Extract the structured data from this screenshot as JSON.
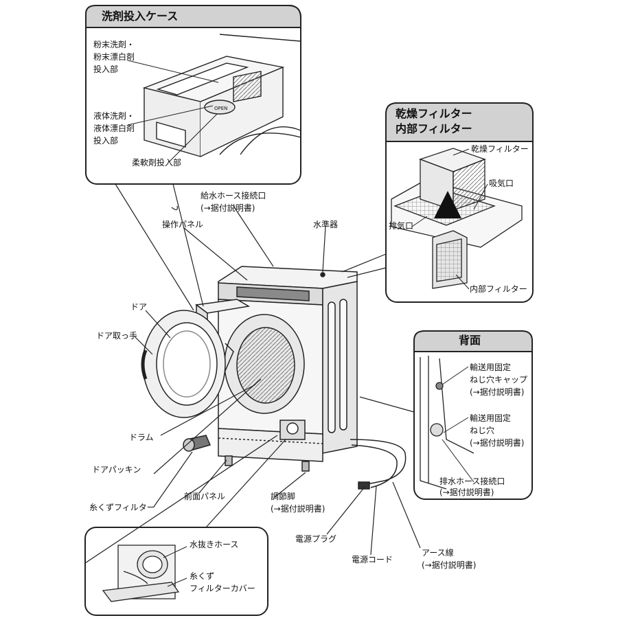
{
  "panels": {
    "detergent_case": {
      "title": "洗剤投入ケース"
    },
    "dry_filter": {
      "title_line1": "乾燥フィルター",
      "title_line2": "内部フィルター"
    },
    "back": {
      "title": "背面"
    }
  },
  "labels": {
    "powder_detergent": [
      "粉末洗剤・",
      "粉末漂白剤",
      "投入部"
    ],
    "liquid_detergent": [
      "液体洗剤・",
      "液体漂白剤",
      "投入部"
    ],
    "softener": "柔軟剤投入部",
    "dry_filter": "乾燥フィルター",
    "intake": "吸気口",
    "exhaust": "排気口",
    "inner_filter": "内部フィルター",
    "water_hose_inlet": [
      "給水ホース接続口",
      "(→据付説明書)"
    ],
    "control_panel": "操作パネル",
    "level": "水準器",
    "door": "ドア",
    "door_handle": "ドア取っ手",
    "drum": "ドラム",
    "door_packing": "ドアパッキン",
    "lint_filter": "糸くずフィルター",
    "front_panel": "前面パネル",
    "adjust_foot": [
      "調節脚",
      "(→据付説明書)"
    ],
    "power_plug": "電源プラグ",
    "power_cord": "電源コード",
    "ground_wire": [
      "アース線",
      "(→据付説明書)"
    ],
    "transport_screw_cap": [
      "輸送用固定",
      "ねじ穴キャップ",
      "(→据付説明書)"
    ],
    "transport_screw_hole": [
      "輸送用固定",
      "ねじ穴",
      "(→据付説明書)"
    ],
    "drain_hose_inlet": [
      "排水ホース接続口",
      "(→据付説明書)"
    ],
    "drain_hose": "水抜きホース",
    "lint_filter_cover": [
      "糸くず",
      "フィルターカバー"
    ]
  },
  "dispenser_text": "OPEN",
  "colors": {
    "line": "#222222",
    "tab_fill": "#d2d2d2",
    "body_gray": "#e4e4e4",
    "panel_dark": "#8a8a8a"
  }
}
